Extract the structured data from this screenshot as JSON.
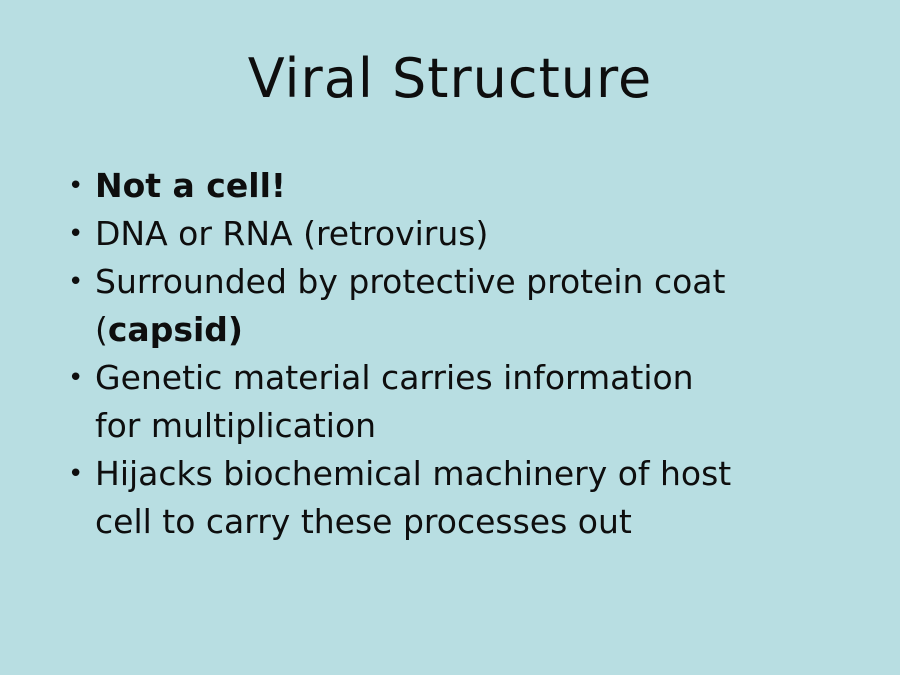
{
  "slide": {
    "background_color": "#b8dee2",
    "text_color": "#0e0e0e",
    "title": "Viral Structure",
    "bullet_glyph": "•",
    "bullets": [
      {
        "segments": [
          {
            "text": "Not a cell!",
            "bold": true
          }
        ]
      },
      {
        "segments": [
          {
            "text": "DNA or RNA (retrovirus)"
          }
        ]
      },
      {
        "segments": [
          {
            "text": "Surrounded by protective protein coat"
          },
          {
            "br": true
          },
          {
            "text": "("
          },
          {
            "text": "capsid)",
            "bold": true
          }
        ]
      },
      {
        "segments": [
          {
            "text": "Genetic material carries information"
          },
          {
            "br": true
          },
          {
            "text": "for multiplication"
          }
        ]
      },
      {
        "segments": [
          {
            "text": "Hijacks biochemical machinery of host"
          },
          {
            "br": true
          },
          {
            "text": "cell to carry these processes out"
          }
        ]
      }
    ]
  }
}
